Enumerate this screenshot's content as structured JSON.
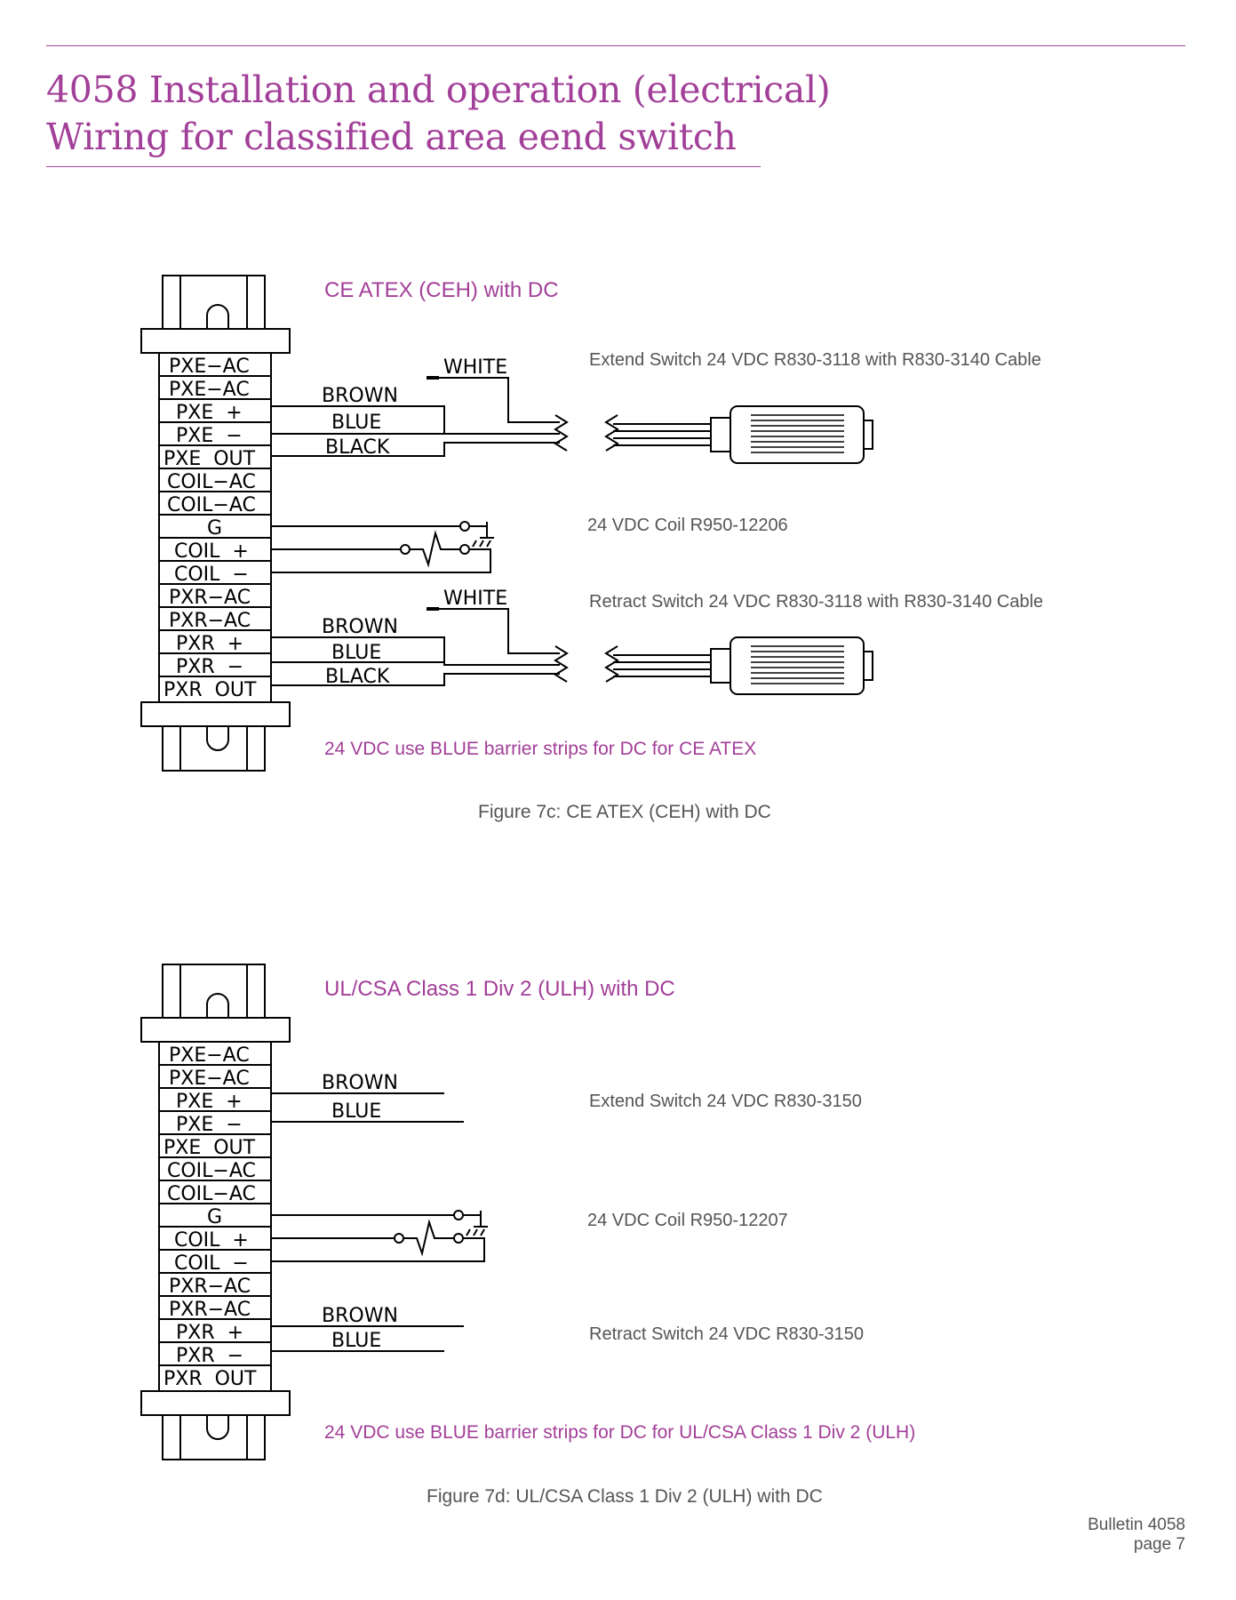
{
  "header": {
    "title_line1": "4058 Installation and operation (electrical)",
    "title_line2": "Wiring for classified area eend switch"
  },
  "figure_7c": {
    "heading": "CE ATEX (CEH) with DC",
    "terminals": [
      "PXE−AC",
      "PXE−AC",
      "PXE  +",
      "PXE  −",
      "PXE  OUT",
      "COIL−AC",
      "COIL−AC",
      "G",
      "COIL  +",
      "COIL  −",
      "PXR−AC",
      "PXR−AC",
      "PXR  +",
      "PXR  −",
      "PXR  OUT"
    ],
    "wires_extend": [
      "WHITE",
      "BROWN",
      "BLUE",
      "BLACK"
    ],
    "wires_retract": [
      "WHITE",
      "BROWN",
      "BLUE",
      "BLACK"
    ],
    "extend_label": "Extend Switch 24 VDC R830-3118 with R830-3140 Cable",
    "coil_label": "24 VDC Coil R950-12206",
    "retract_label": "Retract Switch 24 VDC R830-3118 with R830-3140 Cable",
    "note": "24 VDC use BLUE barrier strips for DC for CE ATEX",
    "caption": "Figure 7c: CE ATEX (CEH) with DC"
  },
  "figure_7d": {
    "heading": "UL/CSA Class 1 Div 2 (ULH) with DC",
    "terminals": [
      "PXE−AC",
      "PXE−AC",
      "PXE  +",
      "PXE  −",
      "PXE  OUT",
      "COIL−AC",
      "COIL−AC",
      "G",
      "COIL  +",
      "COIL  −",
      "PXR−AC",
      "PXR−AC",
      "PXR  +",
      "PXR  −",
      "PXR  OUT"
    ],
    "wires_extend": [
      "BROWN",
      "BLUE"
    ],
    "wires_retract": [
      "BROWN",
      "BLUE"
    ],
    "extend_label": "Extend Switch 24 VDC R830-3150",
    "coil_label": "24 VDC Coil R950-12207",
    "retract_label": "Retract Switch 24 VDC R830-3150",
    "note": "24 VDC use BLUE barrier strips for DC for UL/CSA Class 1 Div 2 (ULH)",
    "caption": "Figure 7d: UL/CSA Class 1 Div 2 (ULH) with DC"
  },
  "footer": {
    "bulletin": "Bulletin 4058",
    "page": "page 7"
  },
  "colors": {
    "accent": "#a23f98",
    "body_text": "#555555"
  }
}
